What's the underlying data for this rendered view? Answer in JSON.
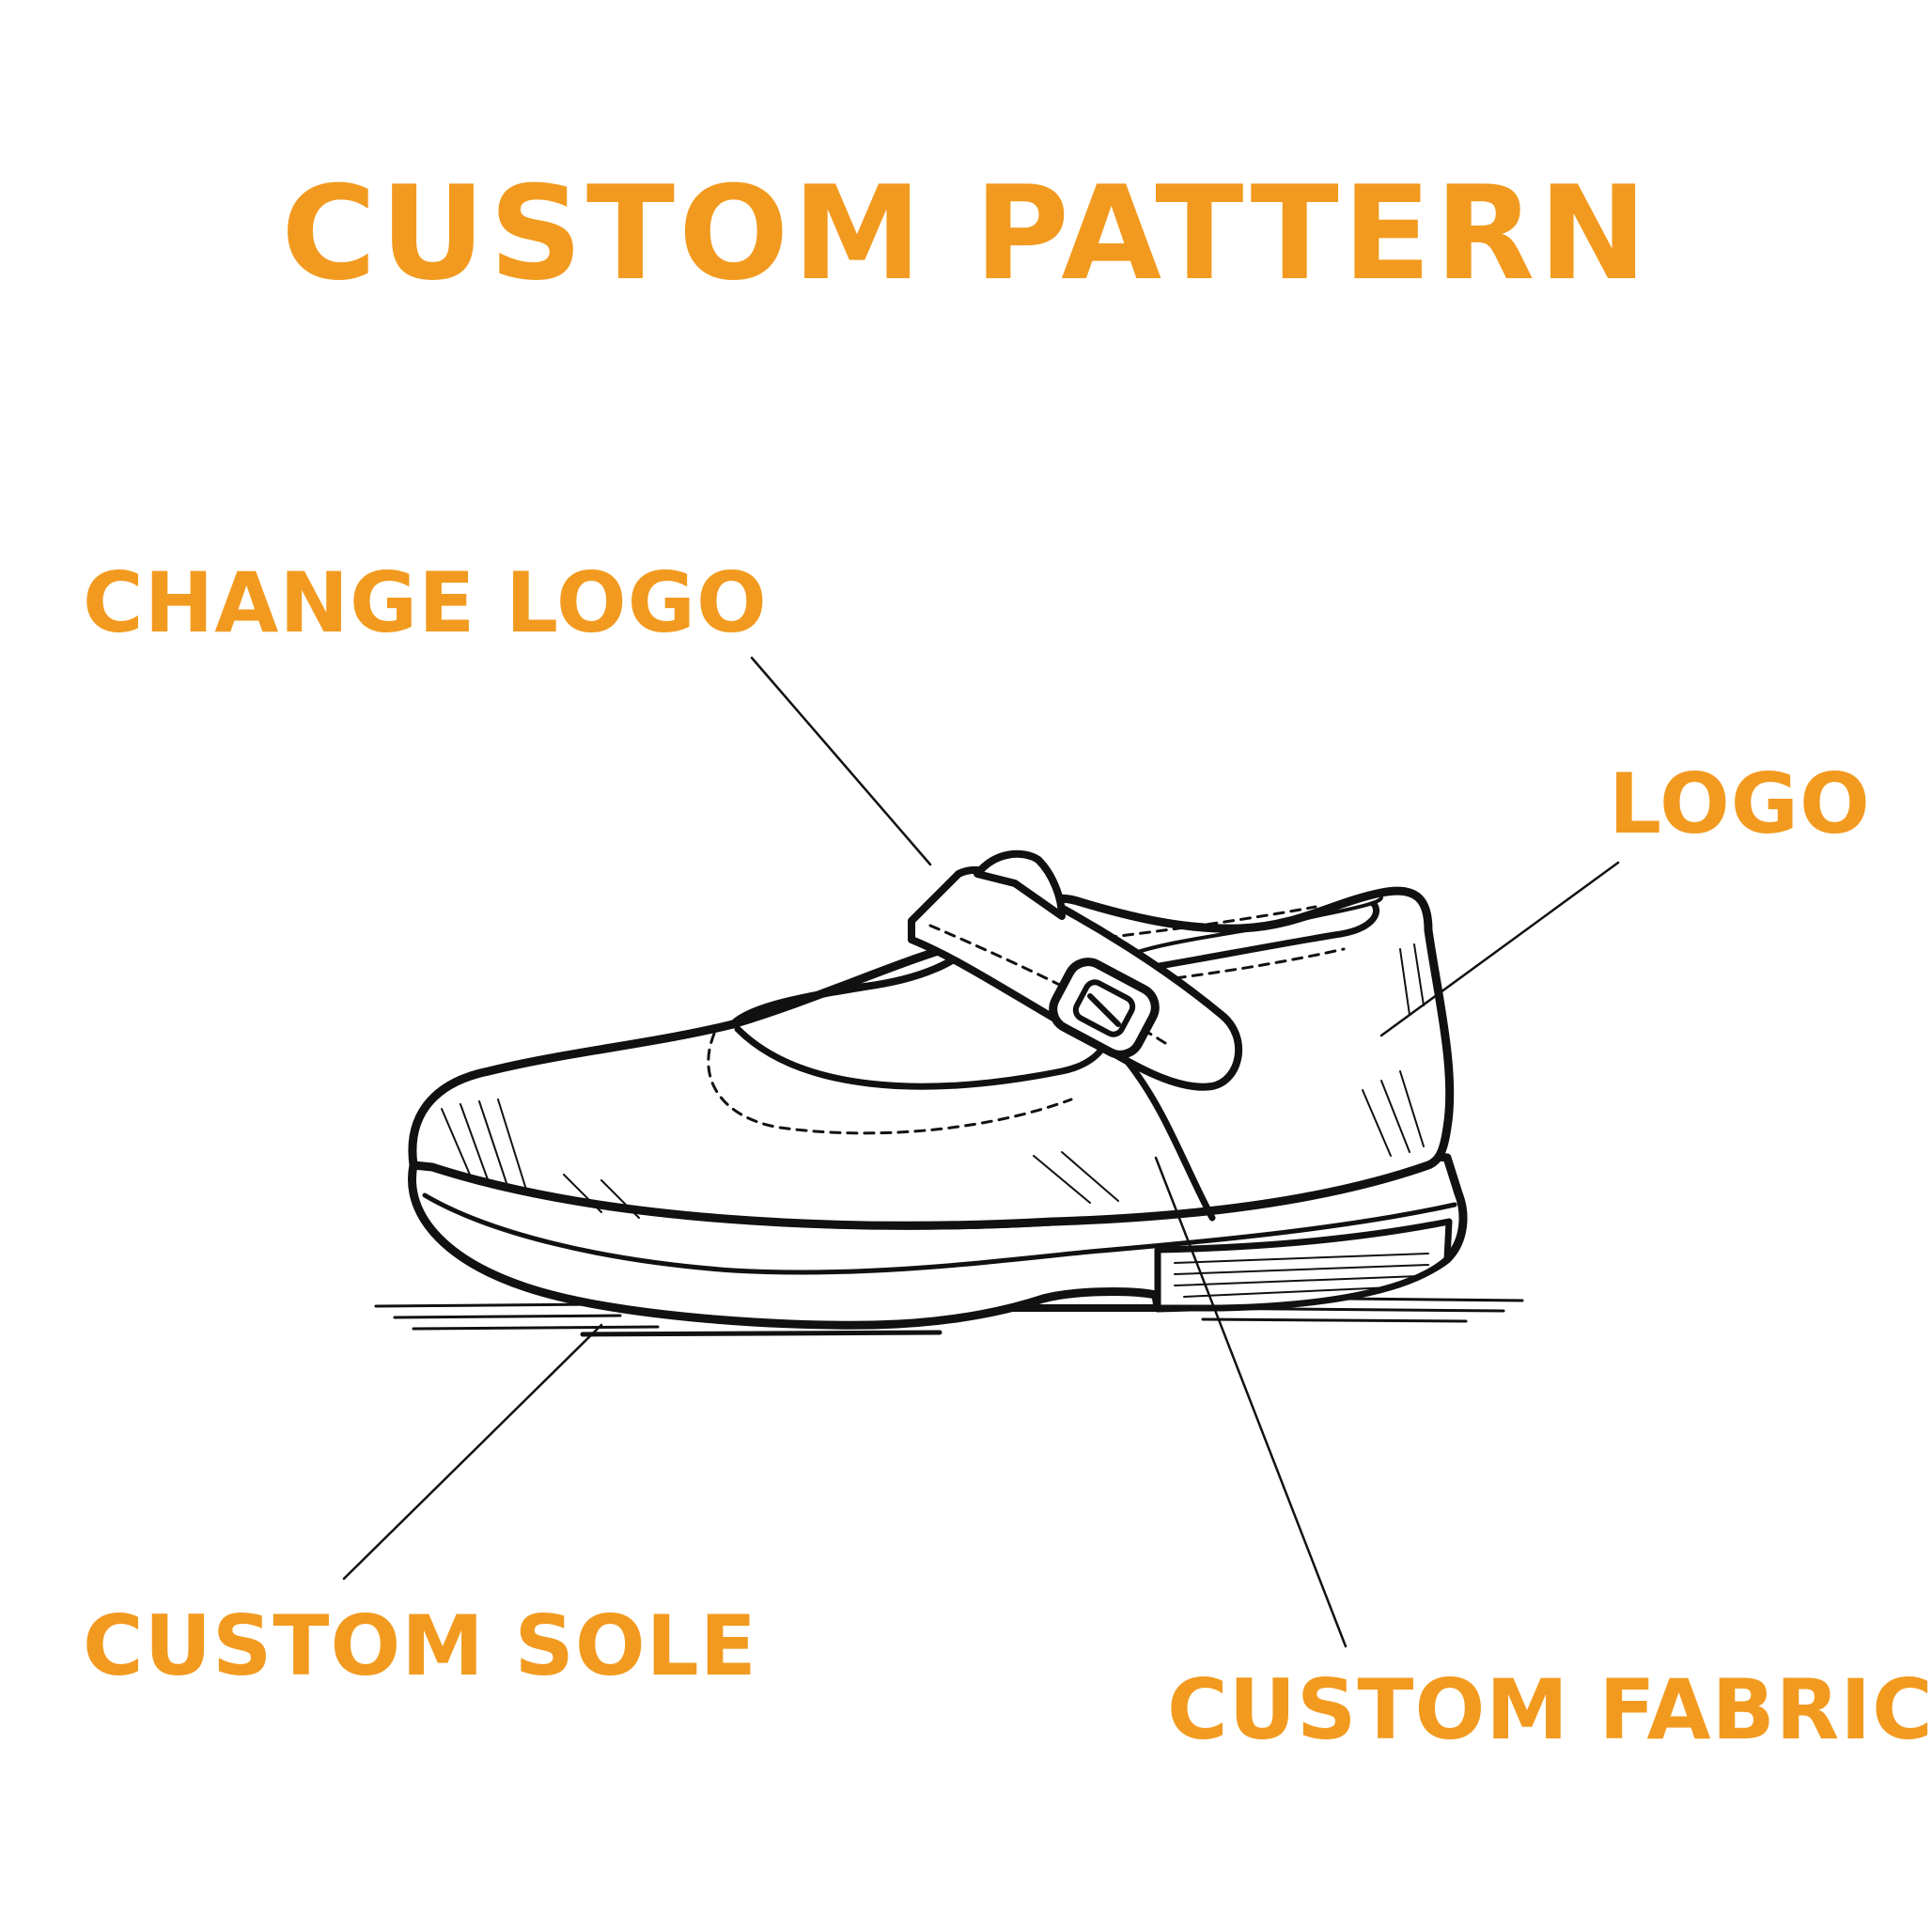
{
  "theme": {
    "accent_color": "#F29A1F",
    "line_color": "#111111",
    "background": "#ffffff"
  },
  "title": "CUSTOM PATTERN",
  "callouts": {
    "change_logo": "CHANGE LOGO",
    "logo": "LOGO",
    "custom_sole": "CUSTOM SOLE",
    "custom_fabric": "CUSTOM FABRIC"
  },
  "illustration": {
    "subject": "mary-jane-shoe",
    "features": [
      "buckle-strap",
      "stitched-upper",
      "layered-sole",
      "block-heel"
    ]
  }
}
